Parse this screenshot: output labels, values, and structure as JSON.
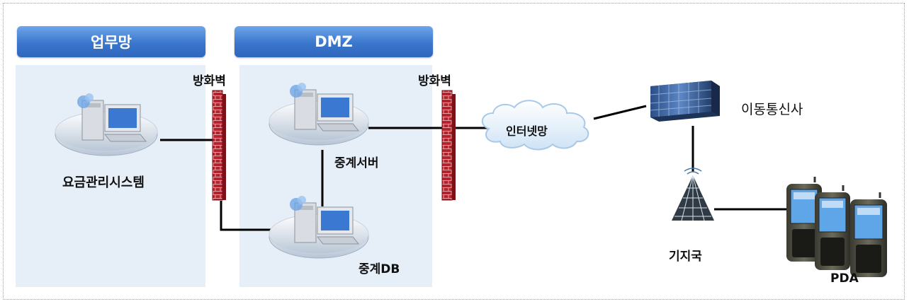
{
  "zones": {
    "business": "업무망",
    "dmz": "DMZ"
  },
  "firewall_left": "방화벽",
  "firewall_right": "방화벽",
  "nodes": {
    "billing": "요금관리시스템",
    "relay_server": "중계서버",
    "relay_db": "중계DB",
    "internet": "인터넷망",
    "carrier": "이동통신사",
    "base_station": "기지국",
    "pda": "PDA"
  },
  "colors": {
    "zone_header": "#3a76cc",
    "zone_bg": "#e6eef8",
    "firewall": "#b0202a"
  }
}
